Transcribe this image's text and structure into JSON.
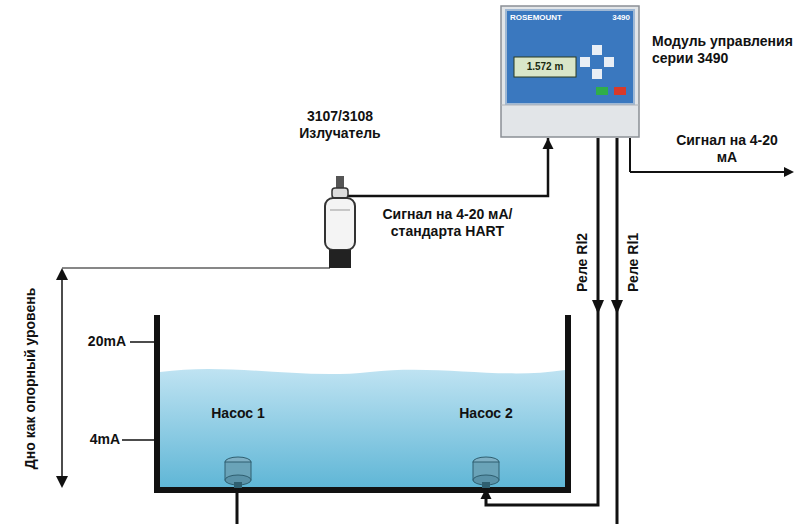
{
  "diagram": {
    "nodes": [
      {
        "text": [
          "3107/3108 Излучатель"
        ]
      },
      {
        "text": [
          "ROSEMOUNT",
          "3490",
          "1.572 m",
          "Модуль управления серии 3490"
        ]
      },
      {
        "text": [
          "Насос 1"
        ]
      },
      {
        "text": [
          "Насос 2"
        ]
      }
    ],
    "edges": [
      {
        "from": 0,
        "to": 1,
        "label": "Сигнал на 4-20 мА/ стандарта HART",
        "arrow": "to"
      },
      {
        "from": 1,
        "to": 3,
        "label": "Реле Rl2",
        "arrow": "to"
      }
    ],
    "labels": [
      "20mA",
      "4mA",
      "Дно как опорный уровень",
      "Реле Rl1",
      "Сигнал на 4-20 мА"
    ]
  }
}
